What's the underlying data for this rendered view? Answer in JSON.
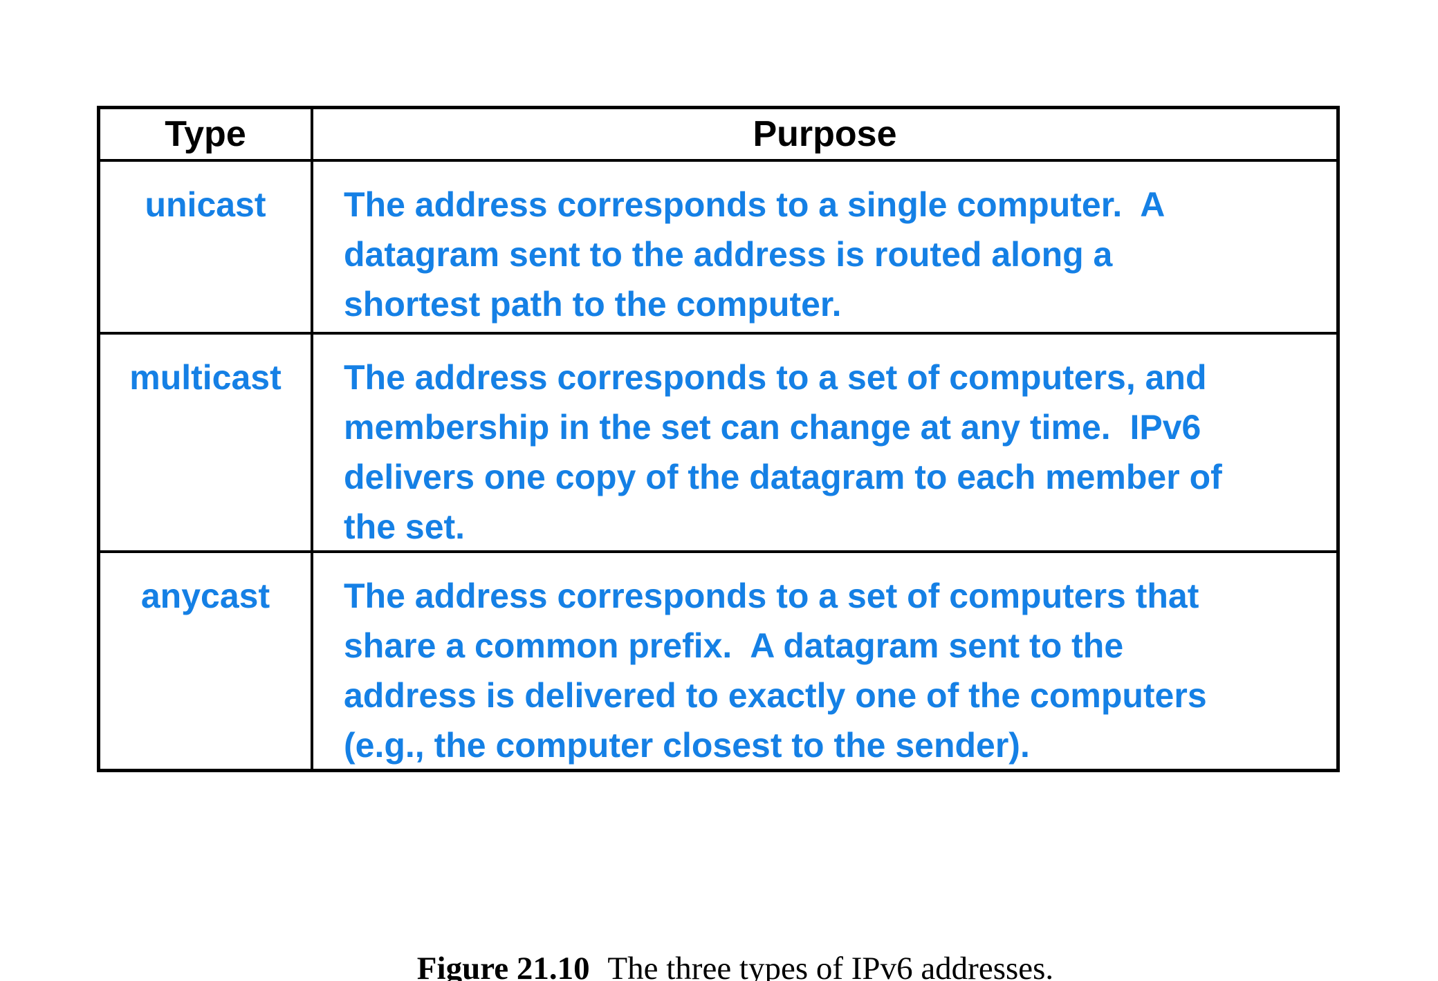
{
  "table": {
    "headers": {
      "type": "Type",
      "purpose": "Purpose"
    },
    "rows": [
      {
        "type": "unicast",
        "purpose": "The address corresponds to a single computer.  A\ndatagram sent to the address is routed along a\nshortest path to the computer."
      },
      {
        "type": "multicast",
        "purpose": "The address corresponds to a set of computers, and\nmembership in the set can change at any time.  IPv6\ndelivers one copy of the datagram to each member of\nthe set."
      },
      {
        "type": "anycast",
        "purpose": "The address corresponds to a set of computers that\nshare a common prefix.  A datagram sent to the\naddress is delivered to exactly one of the computers\n(e.g., the computer closest to the sender)."
      }
    ]
  },
  "caption": {
    "label": "Figure 21.10",
    "text": "The three types of IPv6 addresses."
  },
  "colors": {
    "accent_blue": "#1580E5",
    "text_black": "#000000",
    "background": "#FFFFFF",
    "border": "#000000"
  }
}
